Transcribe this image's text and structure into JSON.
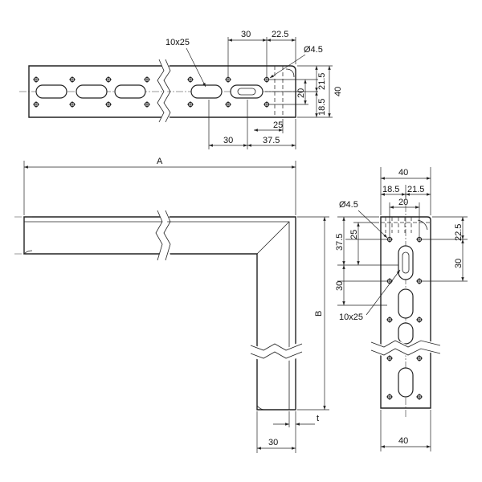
{
  "top_view": {
    "slot_label": "10x25",
    "hole_label": "Ø4.5",
    "dim_top_pitch": "30",
    "dim_top_end": "22.5",
    "dim_height": "40",
    "dim_right_upper": "21.5",
    "dim_right_lower": "18.5",
    "dim_center": "20",
    "dim_offset_25": "25",
    "dim_bottom_pitch": "30",
    "dim_bottom_end": "37.5"
  },
  "front_view": {
    "dim_length": "A",
    "dim_height": "B",
    "dim_flange": "30",
    "dim_thickness": "t"
  },
  "side_view": {
    "dim_width_top": "40",
    "dim_left_part": "18.5",
    "dim_right_part": "21.5",
    "dim_slot_width": "20",
    "hole_label": "Ø4.5",
    "dim_25": "25",
    "dim_37_5": "37.5",
    "dim_30_left": "30",
    "dim_22_5": "22.5",
    "dim_30_right": "30",
    "slot_label": "10x25",
    "dim_width_bottom": "40"
  }
}
